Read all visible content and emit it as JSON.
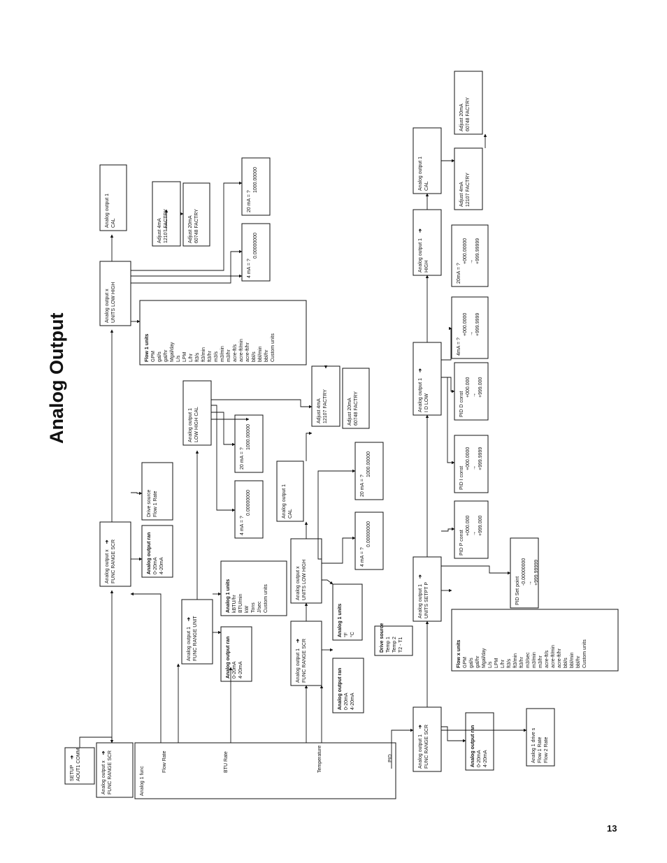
{
  "page": {
    "title": "Analog Output",
    "number": "13"
  },
  "boxes": [
    {
      "id": "setup",
      "lines": [
        "SETUP",
        "AOUT1 COMM"
      ],
      "arrow_icon": "arrow-up-icon"
    },
    {
      "id": "ao-x-func-top",
      "lines": [
        "Analog output x",
        "FUNC RANGE SCR"
      ],
      "arrow_icon": "arrow-up-icon"
    },
    {
      "id": "analog-1-func",
      "lines": [
        "Analog  1 func"
      ]
    },
    {
      "id": "src-flow-rate",
      "lines": [
        "Flow Rate"
      ]
    },
    {
      "id": "src-btu-rate",
      "lines": [
        "BTU Rate"
      ]
    },
    {
      "id": "src-temperature",
      "lines": [
        "Temperature"
      ]
    },
    {
      "id": "src-pid",
      "lines": [
        "PID"
      ]
    },
    {
      "id": "ao-x-func-flow",
      "lines": [
        "Analog output x",
        "FUNC RANGE SCR"
      ],
      "arrow_icon": "arrow-up-icon"
    },
    {
      "id": "ao-x-units-flow",
      "lines": [
        "Analog output x",
        "UNITS  LOW  HIGH"
      ]
    },
    {
      "id": "ao1-cal-flow",
      "lines": [
        "Analog output 1",
        "CAL"
      ]
    },
    {
      "id": "adj4-flow",
      "lines": [
        "Adjust 4mA",
        "12107          FACTRY"
      ]
    },
    {
      "id": "adj20-flow",
      "lines": [
        "Adjust 20mA",
        "60748        FACTRY"
      ]
    },
    {
      "id": "flow-4ma",
      "lines": [
        "4 mA  =  ?",
        "0.00000000"
      ]
    },
    {
      "id": "flow-20ma",
      "lines": [
        "20 mA  =  ?",
        "1000.00000"
      ]
    },
    {
      "id": "flow1-units",
      "lines": [
        "Flow 1 units",
        "GPM",
        "gal/s",
        "gal/hr",
        "Mgal/day",
        "L/s",
        "LPM",
        "L/hr",
        "ft3/s",
        "ft3/min",
        "ft3/hr",
        "m3/s",
        "m3/min",
        "m3/hr",
        "acre-ft/s",
        "acre-ft/min",
        "acre-ft/hr",
        "bbl/s",
        "bbl/min",
        "bbl/hr",
        "Custom units"
      ]
    },
    {
      "id": "ao-range-flow",
      "lines": [
        "Analog output ran",
        "0-20mA",
        "4-20mA"
      ]
    },
    {
      "id": "drive-src-flow",
      "lines": [
        "Drive source",
        "Flow 1 Rate"
      ]
    },
    {
      "id": "ao1-func-btu",
      "lines": [
        "Analog output 1",
        "FUNC RANGE UNIT"
      ],
      "arrow_icon": "arrow-up-icon"
    },
    {
      "id": "ao-range-btu",
      "lines": [
        "Analog output ran",
        "0-20mA",
        "4-20mA"
      ]
    },
    {
      "id": "analog1-units-btu",
      "lines": [
        "Analog 1 units",
        "kBTU/hr",
        "BTU/min",
        "kW",
        "Tons",
        "J/sec",
        "Custom units"
      ]
    },
    {
      "id": "ao1-lowhighcal-btu",
      "lines": [
        "Analog output 1",
        "LOW  HIGH  CAL"
      ]
    },
    {
      "id": "btu-4ma",
      "lines": [
        "4 mA  =  ?",
        "0.00000000"
      ]
    },
    {
      "id": "btu-20ma",
      "lines": [
        "20 mA  =  ?",
        "1000.00000"
      ]
    },
    {
      "id": "adj4-btu",
      "lines": [
        "Adjust 4mA",
        "12107          FACTRY"
      ]
    },
    {
      "id": "adj20-btu",
      "lines": [
        "Adjust 20mA",
        "60748         FACTRY"
      ]
    },
    {
      "id": "ao1-cal-temp",
      "lines": [
        "Analog output 1",
        "CAL"
      ]
    },
    {
      "id": "ao1-func-temp",
      "lines": [
        "Analog output 1",
        "FUNC RANGE SCR"
      ],
      "arrow_icon": "arrow-up-icon"
    },
    {
      "id": "ao-range-temp",
      "lines": [
        "Analog output ran",
        "0-20mA",
        "4-20mA"
      ]
    },
    {
      "id": "drive-src-temp",
      "lines": [
        "Drive source",
        "Temp 1",
        "Temp 2",
        "T2 - T1"
      ]
    },
    {
      "id": "ao-x-units-temp",
      "lines": [
        "Analog output x",
        "UNITS  LOW  HIGH"
      ]
    },
    {
      "id": "analog1-units-temp",
      "lines": [
        "Analog  1  units",
        "",
        "°F",
        "°C"
      ]
    },
    {
      "id": "temp-4ma",
      "lines": [
        "4 mA  =  ?",
        "0.00000000"
      ]
    },
    {
      "id": "temp-20ma",
      "lines": [
        "20 mA  =  ?",
        "1000.00000"
      ]
    },
    {
      "id": "ao1-func-pid",
      "lines": [
        "Analog output 1",
        "FUNC RANGE SCR"
      ],
      "arrow_icon": "arrow-up-icon"
    },
    {
      "id": "ao-range-pid",
      "lines": [
        "Analog output ran",
        "0-20mA",
        "4-20mA"
      ]
    },
    {
      "id": "analog1-drive-pid",
      "lines": [
        "Analog 1 drive s",
        "Flow 1 Rate",
        "Flow 2 Rate"
      ]
    },
    {
      "id": "ao1-units-setpt",
      "lines": [
        "Analog output 1",
        "UNITS  SETPT  P"
      ],
      "arrow_icon": "arrow-up-icon"
    },
    {
      "id": "flowx-units",
      "lines": [
        "Flow x units",
        "GPM",
        "gal/s",
        "gal/hr",
        "Mgal/day",
        "L/s",
        "LPM",
        "L/hr",
        "ft3/s",
        "ft3/min",
        "ft3/hr",
        "m3/sec",
        "m3/min",
        "m3/hr",
        "acre-ft/s",
        "acre-ft/min",
        "acre-ft/hr",
        "bbl/s",
        "bbl/min",
        "bbl/hr",
        "Custom units"
      ]
    },
    {
      "id": "pid-setpoint",
      "lines": [
        "PID Set point",
        "-0.00000000",
        "→",
        "+999.99999"
      ]
    },
    {
      "id": "pid-p",
      "lines": [
        "PID P const",
        "+000.000",
        "→",
        "+999.000"
      ]
    },
    {
      "id": "ao1-idlow",
      "lines": [
        "Analog output 1",
        "I     D     LOW"
      ],
      "arrow_icon": "arrow-up-icon"
    },
    {
      "id": "pid-i",
      "lines": [
        "PID I const",
        "+000.0000",
        "→",
        "+999.9999"
      ]
    },
    {
      "id": "pid-d",
      "lines": [
        "PID D const",
        "+000.000",
        "→",
        "+999.000"
      ]
    },
    {
      "id": "pid-4ma",
      "lines": [
        "4mA = ?",
        "+000.0000",
        "→",
        "+999.9999"
      ]
    },
    {
      "id": "ao1-high",
      "lines": [
        "Analog output 1",
        "HIGH"
      ],
      "arrow_icon": "arrow-up-icon"
    },
    {
      "id": "pid-20ma",
      "lines": [
        "20mA = ?",
        "+000.00000",
        "→",
        "+999.99999"
      ]
    },
    {
      "id": "ao1-cal-pid",
      "lines": [
        "Analog output 1",
        "CAL"
      ]
    },
    {
      "id": "adj4-pid",
      "lines": [
        "Adjust 4mA",
        "12107           FACTRY"
      ]
    },
    {
      "id": "adj20-pid",
      "lines": [
        "Adjust 20mA",
        "60748         FACTRY"
      ]
    }
  ]
}
